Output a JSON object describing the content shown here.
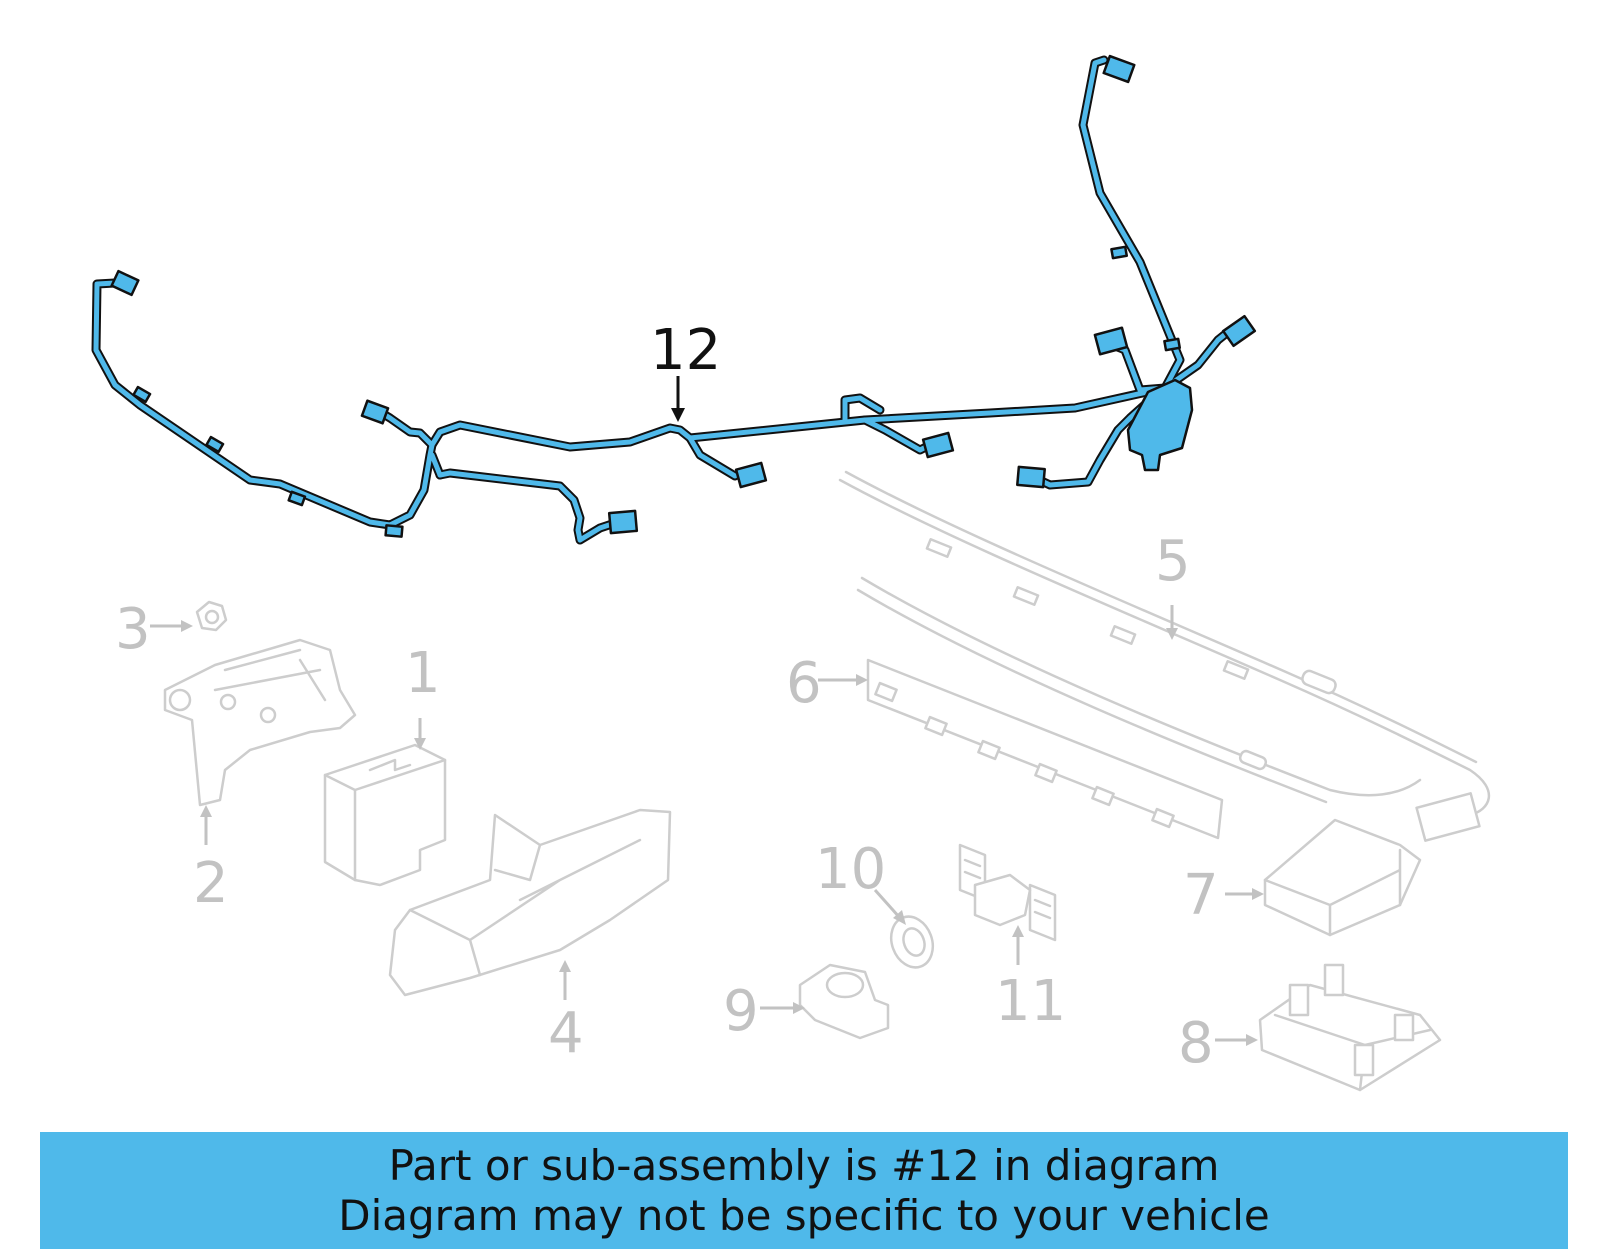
{
  "callouts": {
    "c1": "1",
    "c2": "2",
    "c3": "3",
    "c4": "4",
    "c5": "5",
    "c6": "6",
    "c7": "7",
    "c8": "8",
    "c9": "9",
    "c10": "10",
    "c11": "11",
    "c12": "12"
  },
  "banner": {
    "line1": "Part or sub-assembly is #12 in diagram",
    "line2": "Diagram may not be specific to your vehicle"
  },
  "colors": {
    "highlight": "#4fb9ea",
    "ghost_parts": "#cdcdcd",
    "outline": "#111111"
  }
}
